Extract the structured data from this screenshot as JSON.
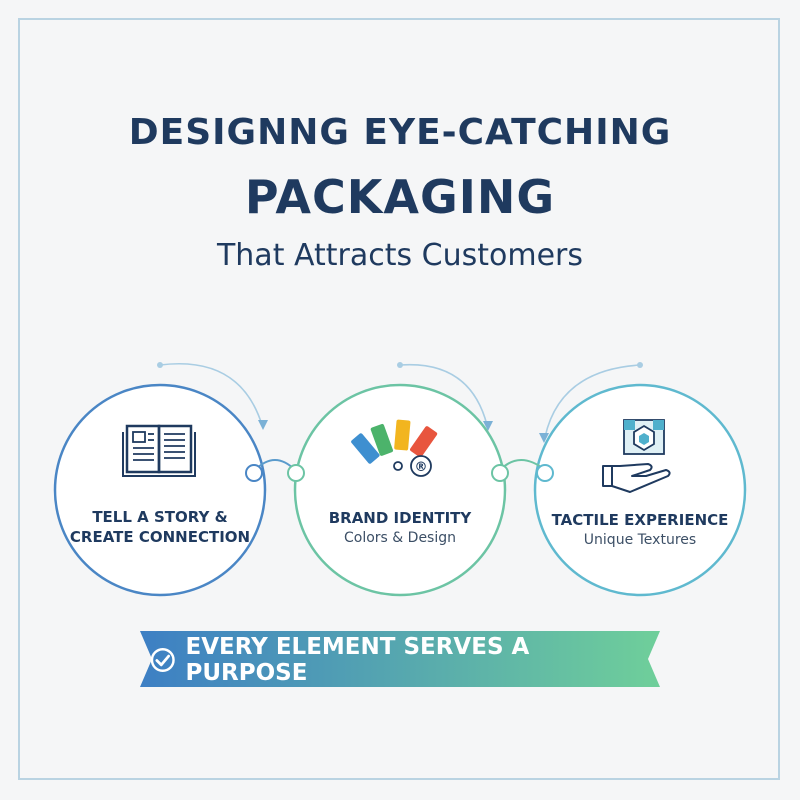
{
  "title": {
    "line1": "DESIGNNG EYE-CATCHING",
    "line2": "PACKAGING",
    "line3": "That Attracts Customers"
  },
  "nodes": [
    {
      "icon": "open-book-icon",
      "title": "TELL A STORY & CREATE CONNECTION",
      "subtitle": ""
    },
    {
      "icon": "color-swatches-icon",
      "title": "BRAND IDENTITY",
      "subtitle": "Colors & Design",
      "mark": "®"
    },
    {
      "icon": "hand-texture-icon",
      "title": "TACTILE EXPERIENCE",
      "subtitle": "Unique Textures"
    }
  ],
  "banner": {
    "icon": "check-circle-icon",
    "text": "EVERY ELEMENT SERVES A PURPOSE"
  },
  "colors": {
    "title": "#1f3a5f",
    "node1": "#4a86c5",
    "node2": "#6cc4a4",
    "node3": "#5fb9cf",
    "banner_start": "#3d7fc4",
    "banner_end": "#6fcf9a"
  }
}
